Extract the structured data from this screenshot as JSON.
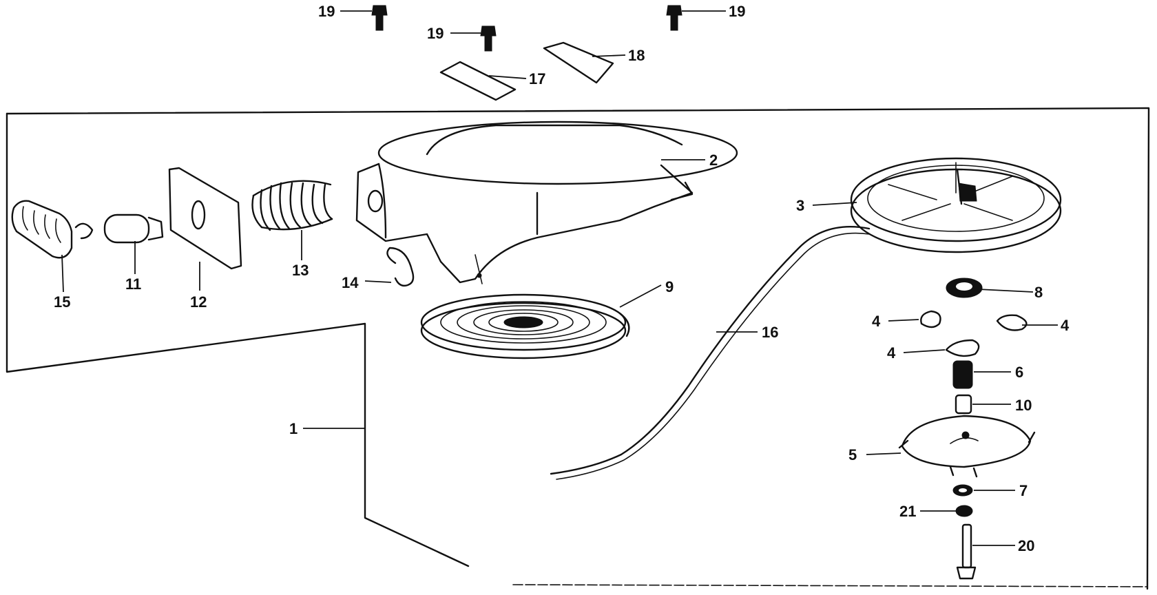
{
  "diagram": {
    "callouts": {
      "c1": "1",
      "c2": "2",
      "c3": "3",
      "c4a": "4",
      "c4b": "4",
      "c4c": "4",
      "c5": "5",
      "c6": "6",
      "c7": "7",
      "c8": "8",
      "c9": "9",
      "c10": "10",
      "c11": "11",
      "c12": "12",
      "c13": "13",
      "c14": "14",
      "c15": "15",
      "c16": "16",
      "c17": "17",
      "c18": "18",
      "c19a": "19",
      "c19b": "19",
      "c19c": "19",
      "c20": "20",
      "c21": "21"
    }
  }
}
